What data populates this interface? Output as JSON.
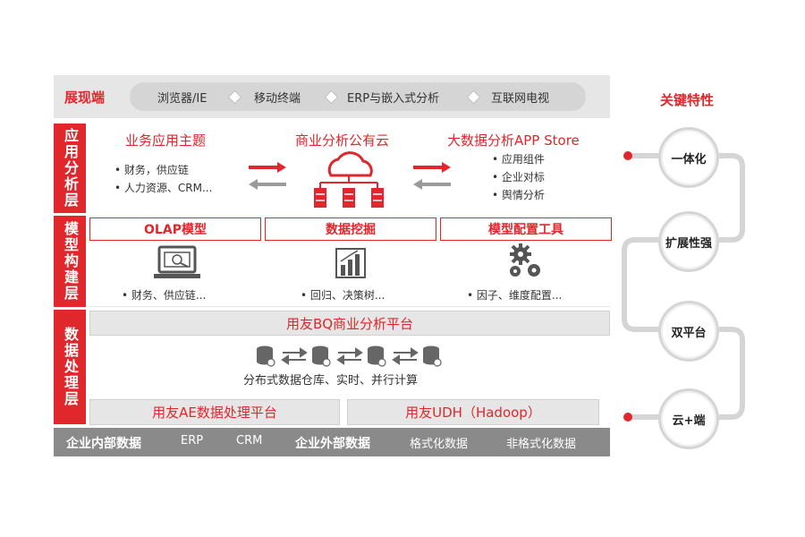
{
  "presentation": {
    "label": "展现端",
    "items": [
      "浏览器/IE",
      "移动终端",
      "ERP与嵌入式分析",
      "互联网电视"
    ]
  },
  "layers": {
    "application": "应用分析层",
    "model": "模型构建层",
    "data": "数据处理层"
  },
  "application": {
    "business_title": "业务应用主题",
    "business_bullets": [
      "• 财务，供应链",
      "• 人力资源、CRM..."
    ],
    "cloud_title": "商业分析公有云",
    "bigdata_title": "大数据分析APP Store",
    "bigdata_bullets": [
      "• 应用组件",
      "• 企业对标",
      "• 舆情分析"
    ]
  },
  "model": {
    "boxes": [
      "OLAP模型",
      "数据挖掘",
      "模型配置工具"
    ],
    "captions": [
      "• 财务、供应链...",
      "• 回归、决策树...",
      "• 因子、维度配置..."
    ]
  },
  "data_layer": {
    "bq_platform": "用友BQ商业分析平台",
    "caption": "分布式数据仓库、实时、并行计算",
    "ae_platform": "用友AE数据处理平台",
    "udh_platform": "用友UDH（Hadoop）"
  },
  "sources": {
    "internal_label": "企业内部数据",
    "internal_items": [
      "ERP",
      "CRM"
    ],
    "external_label": "企业外部数据",
    "external_items": [
      "格式化数据",
      "非格式化数据"
    ]
  },
  "features": {
    "title": "关键特性",
    "items": [
      "一体化",
      "扩展性强",
      "双平台",
      "云+端"
    ]
  },
  "colors": {
    "accent": "#e0272c",
    "panel": "#e6e6e6",
    "bottom_bar": "#8a8a8a"
  }
}
